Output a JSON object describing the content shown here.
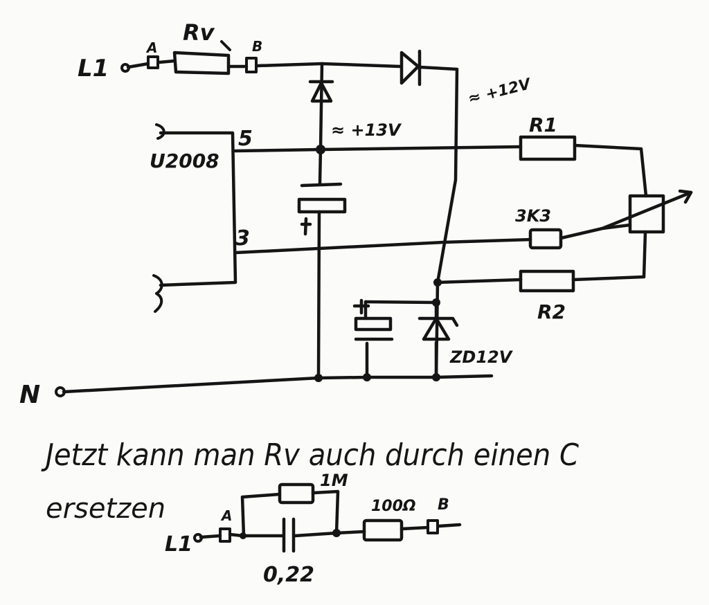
{
  "upper_circuit": {
    "terminal_l1": "L1",
    "terminal_a": "A",
    "terminal_b": "B",
    "resistor_rv": "Rv",
    "ic_name": "U2008",
    "pin_5": "5",
    "pin_3": "3",
    "voltage_mid": "≈ +13V",
    "voltage_right": "≈ +12V",
    "resistor_r1": "R1",
    "resistor_3k3": "3K3",
    "resistor_r2": "R2",
    "zener": "ZD12V",
    "neutral": "N",
    "cap_plus_main": "+",
    "cap_plus_small": "+"
  },
  "note": {
    "line1": "Jetzt kann man Rv auch durch einen C",
    "line2": "ersetzen"
  },
  "lower_circuit": {
    "terminal_l1": "L1",
    "terminal_a": "A",
    "terminal_b": "B",
    "resistor_1m": "1M",
    "resistor_100r": "100Ω",
    "capacitor": "0,22"
  }
}
